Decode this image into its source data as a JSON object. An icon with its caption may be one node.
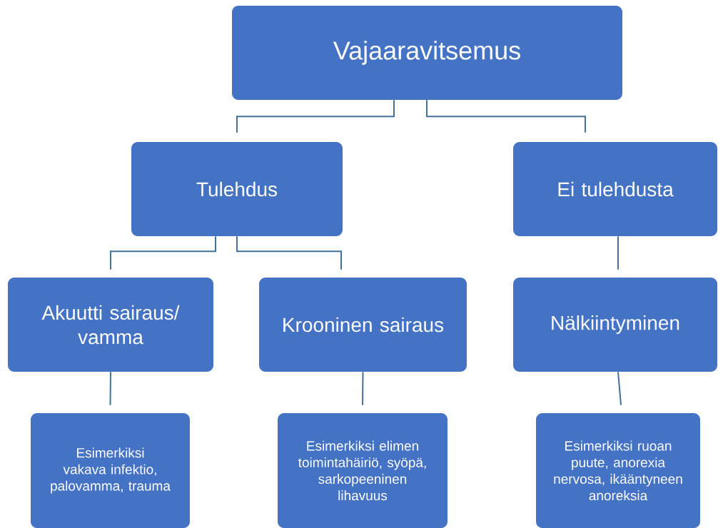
{
  "diagram": {
    "nodes": [
      {
        "text": [
          "Vajaaravitsemus"
        ]
      },
      {
        "text": [
          "Tulehdus"
        ]
      },
      {
        "text": [
          "Ei tulehdusta"
        ]
      },
      {
        "text": [
          "Akuutti sairaus/ vamma"
        ]
      },
      {
        "text": [
          "Krooninen sairaus"
        ]
      },
      {
        "text": [
          "Nälkiintyminen"
        ]
      },
      {
        "text": [
          "Esimerkiksi vakava infektio, palovamma, trauma"
        ]
      },
      {
        "text": [
          "Esimerkiksi elimen toimintahäiriö, syöpä, sarkopeeninen lihavuus"
        ]
      },
      {
        "text": [
          "Esimerkiksi ruoan puute, anorexia nervosa, ikääntyneen anoreksia"
        ]
      }
    ],
    "edges": [
      {
        "from": 0,
        "to": 1,
        "arrow": "none"
      },
      {
        "from": 0,
        "to": 2,
        "arrow": "none"
      },
      {
        "from": 1,
        "to": 3,
        "arrow": "none"
      },
      {
        "from": 1,
        "to": 4,
        "arrow": "none"
      },
      {
        "from": 2,
        "to": 5,
        "arrow": "none"
      },
      {
        "from": 3,
        "to": 6,
        "arrow": "none"
      },
      {
        "from": 4,
        "to": 7,
        "arrow": "none"
      },
      {
        "from": 5,
        "to": 8,
        "arrow": "none"
      }
    ]
  }
}
